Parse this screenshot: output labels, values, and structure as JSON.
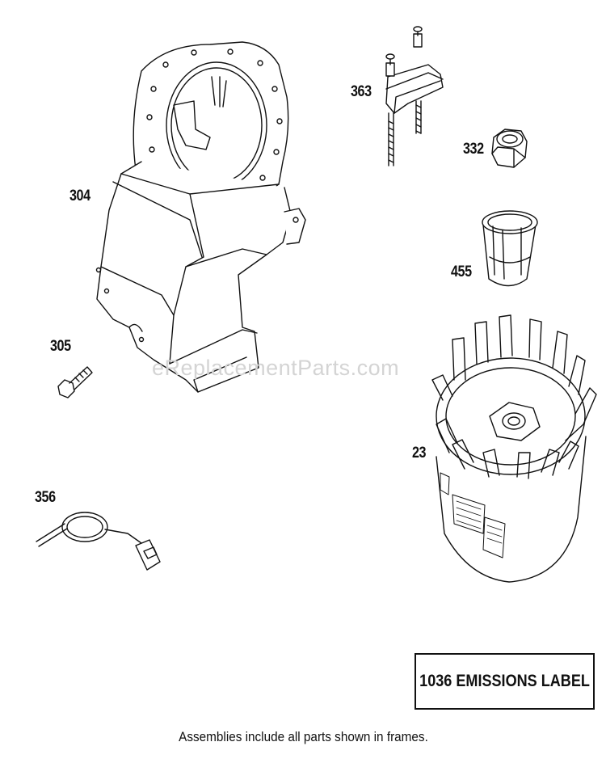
{
  "diagram": {
    "watermark": "eReplacementParts.com",
    "parts": [
      {
        "id": "part-304",
        "number": "304",
        "name": "blower-housing"
      },
      {
        "id": "part-305",
        "number": "305",
        "name": "screw"
      },
      {
        "id": "part-356",
        "number": "356",
        "name": "ground-wire"
      },
      {
        "id": "part-363",
        "number": "363",
        "name": "bracket"
      },
      {
        "id": "part-332",
        "number": "332",
        "name": "nut"
      },
      {
        "id": "part-455",
        "number": "455",
        "name": "cup"
      },
      {
        "id": "part-23",
        "number": "23",
        "name": "flywheel"
      }
    ],
    "frame_label": "1036 EMISSIONS LABEL",
    "footnote": "Assemblies include all parts shown in frames."
  }
}
